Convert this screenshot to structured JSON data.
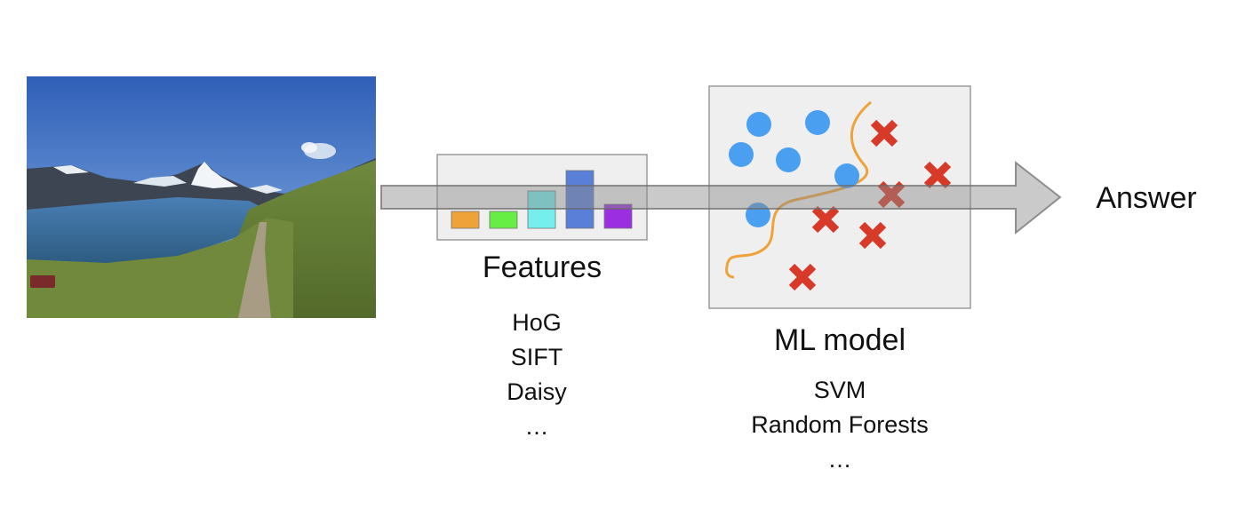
{
  "features": {
    "title": "Features",
    "methods": [
      "HoG",
      "SIFT",
      "Daisy",
      "…"
    ],
    "bars": [
      {
        "color": "#f0a23a",
        "level": 0.25
      },
      {
        "color": "#66ee44",
        "level": 0.25
      },
      {
        "color": "#77eeee",
        "level": 0.55
      },
      {
        "color": "#5a7fd8",
        "level": 0.85
      },
      {
        "color": "#9a2ee0",
        "level": 0.35
      }
    ]
  },
  "model": {
    "title": "ML model",
    "methods": [
      "SVM",
      "Random Forests",
      "…"
    ],
    "circle_color": "#4a9ff0",
    "cross_color": "#d83a2a",
    "boundary_color": "#f0a23a"
  },
  "output": {
    "label": "Answer"
  },
  "photo": {
    "subject": "mountain-lake-landscape"
  }
}
